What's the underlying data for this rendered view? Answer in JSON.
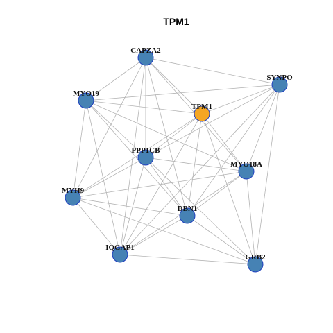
{
  "title": "TPM1",
  "colors": {
    "center": "#F5A623",
    "node": "#4682B4",
    "node_border": "#1f3fbf",
    "edge": "#b3b3b3"
  },
  "nodes": [
    {
      "id": "CAPZA2",
      "label": "CAPZA2",
      "center": false
    },
    {
      "id": "SYNPO",
      "label": "SYNPO",
      "center": false
    },
    {
      "id": "MYO19",
      "label": "MYO19",
      "center": false
    },
    {
      "id": "TPM1",
      "label": "TPM1",
      "center": true
    },
    {
      "id": "PPP1CB",
      "label": "PPP1CB",
      "center": false
    },
    {
      "id": "MYO18A",
      "label": "MYO18A",
      "center": false
    },
    {
      "id": "MYH9",
      "label": "MYH9",
      "center": false
    },
    {
      "id": "DBN1",
      "label": "DBN1",
      "center": false
    },
    {
      "id": "IQGAP1",
      "label": "IQGAP1",
      "center": false
    },
    {
      "id": "GRB2",
      "label": "GRB2",
      "center": false
    }
  ],
  "edges": [
    [
      "CAPZA2",
      "SYNPO"
    ],
    [
      "CAPZA2",
      "MYO19"
    ],
    [
      "CAPZA2",
      "TPM1"
    ],
    [
      "CAPZA2",
      "PPP1CB"
    ],
    [
      "CAPZA2",
      "MYH9"
    ],
    [
      "CAPZA2",
      "DBN1"
    ],
    [
      "CAPZA2",
      "IQGAP1"
    ],
    [
      "CAPZA2",
      "MYO18A"
    ],
    [
      "SYNPO",
      "MYO19"
    ],
    [
      "SYNPO",
      "TPM1"
    ],
    [
      "SYNPO",
      "PPP1CB"
    ],
    [
      "SYNPO",
      "MYO18A"
    ],
    [
      "SYNPO",
      "DBN1"
    ],
    [
      "SYNPO",
      "GRB2"
    ],
    [
      "SYNPO",
      "IQGAP1"
    ],
    [
      "MYO19",
      "TPM1"
    ],
    [
      "MYO19",
      "PPP1CB"
    ],
    [
      "MYO19",
      "MYH9"
    ],
    [
      "MYO19",
      "DBN1"
    ],
    [
      "MYO19",
      "IQGAP1"
    ],
    [
      "MYO19",
      "MYO18A"
    ],
    [
      "TPM1",
      "PPP1CB"
    ],
    [
      "TPM1",
      "MYO18A"
    ],
    [
      "TPM1",
      "DBN1"
    ],
    [
      "TPM1",
      "GRB2"
    ],
    [
      "TPM1",
      "IQGAP1"
    ],
    [
      "TPM1",
      "MYH9"
    ],
    [
      "PPP1CB",
      "MYO18A"
    ],
    [
      "PPP1CB",
      "DBN1"
    ],
    [
      "PPP1CB",
      "GRB2"
    ],
    [
      "PPP1CB",
      "IQGAP1"
    ],
    [
      "PPP1CB",
      "MYH9"
    ],
    [
      "MYO18A",
      "DBN1"
    ],
    [
      "MYO18A",
      "MYH9"
    ],
    [
      "MYO18A",
      "GRB2"
    ],
    [
      "MYO18A",
      "IQGAP1"
    ],
    [
      "MYH9",
      "DBN1"
    ],
    [
      "MYH9",
      "IQGAP1"
    ],
    [
      "MYH9",
      "GRB2"
    ],
    [
      "DBN1",
      "IQGAP1"
    ],
    [
      "DBN1",
      "GRB2"
    ],
    [
      "IQGAP1",
      "GRB2"
    ]
  ]
}
